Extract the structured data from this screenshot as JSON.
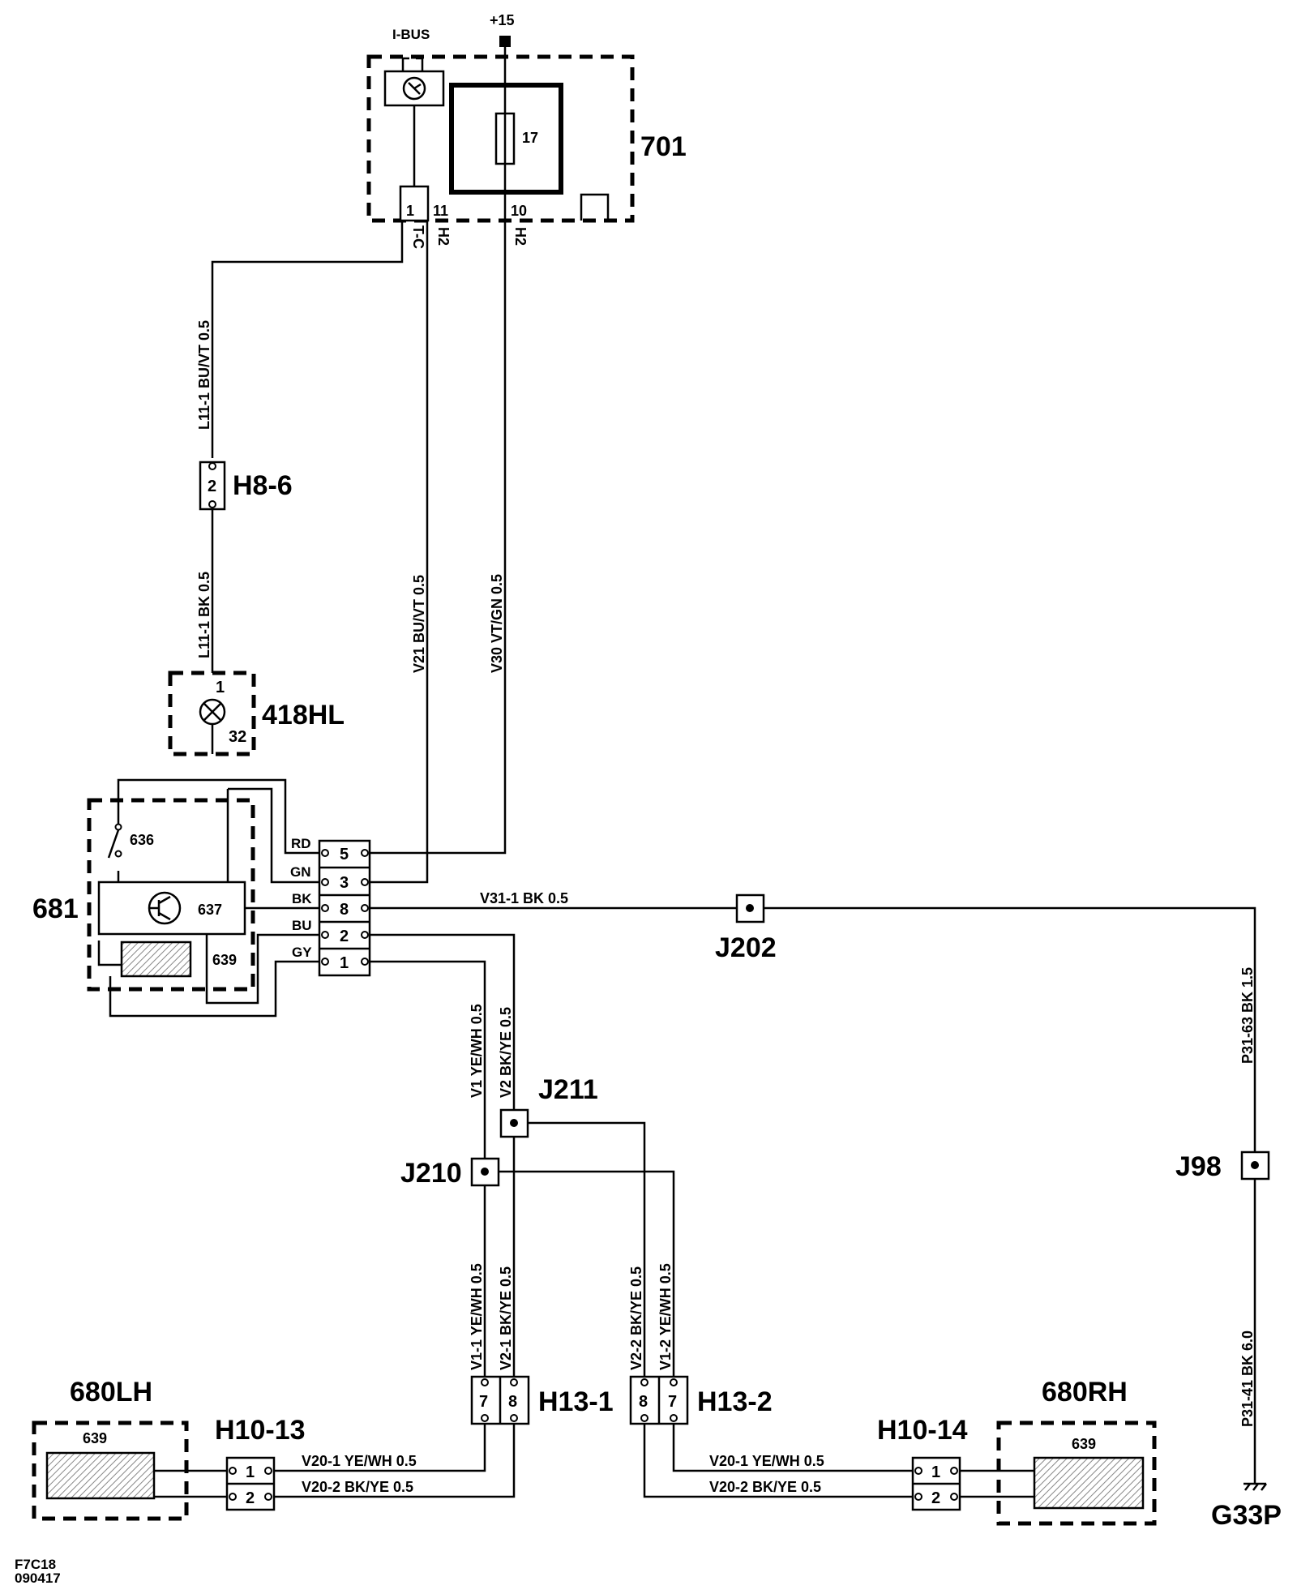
{
  "power_label": "+15",
  "ibus_label": "I-BUS",
  "components": {
    "c701": "701",
    "fuse": "17",
    "h8_6": "H8-6",
    "lamp": "418HL",
    "c681": "681",
    "c636": "636",
    "c637": "637",
    "c639": "639",
    "j202": "J202",
    "j211": "J211",
    "j210": "J210",
    "j98": "J98",
    "h13_1": "H13-1",
    "h13_2": "H13-2",
    "h10_13": "H10-13",
    "h10_14": "H10-14",
    "lh": "680LH",
    "rh": "680RH",
    "lh_heater": "639",
    "rh_heater": "639",
    "ground": "G33P"
  },
  "pins": {
    "c701_1": "1",
    "c701_11": "11",
    "c701_10": "10",
    "h8_6": "2",
    "lamp_1": "1",
    "lamp_32": "32",
    "conn_5": "5",
    "conn_3": "3",
    "conn_8": "8",
    "conn_2": "2",
    "conn_1": "1",
    "h13_1_7": "7",
    "h13_1_8": "8",
    "h13_2_8": "8",
    "h13_2_7": "7",
    "h10_13_1": "1",
    "h10_13_2": "2",
    "h10_14_1": "1",
    "h10_14_2": "2"
  },
  "wire_colors": {
    "rd": "RD",
    "gn": "GN",
    "bk": "BK",
    "bu": "BU",
    "gy": "GY"
  },
  "wire_labels": {
    "tc": "T-C",
    "h2a": "H2",
    "h2b": "H2",
    "l11_top": "L11-1   BU/VT   0.5",
    "l11_bot": "L11-1   BK   0.5",
    "v21": "V21   BU/VT   0.5",
    "v30": "V30   VT/GN   0.5",
    "v31": "V31-1  BK  0.5",
    "p31_63": "P31-63  BK  1.5",
    "p31_41": "P31-41  BK  6.0",
    "v1": "V1  YE/WH  0.5",
    "v2": "V2  BK/YE  0.5",
    "v1_1": "V1-1  YE/WH  0.5",
    "v2_1": "V2-1  BK/YE  0.5",
    "v2_2": "V2-2  BK/YE  0.5",
    "v1_2": "V1-2  YE/WH  0.5",
    "v20_1_left": "V20-1   YE/WH   0.5",
    "v20_2_left": "V20-2   BK/YE   0.5",
    "v20_1_right": "V20-1   YE/WH   0.5",
    "v20_2_right": "V20-2   BK/YE   0.5"
  },
  "footer": {
    "line1": "F7C18",
    "line2": "090417"
  }
}
